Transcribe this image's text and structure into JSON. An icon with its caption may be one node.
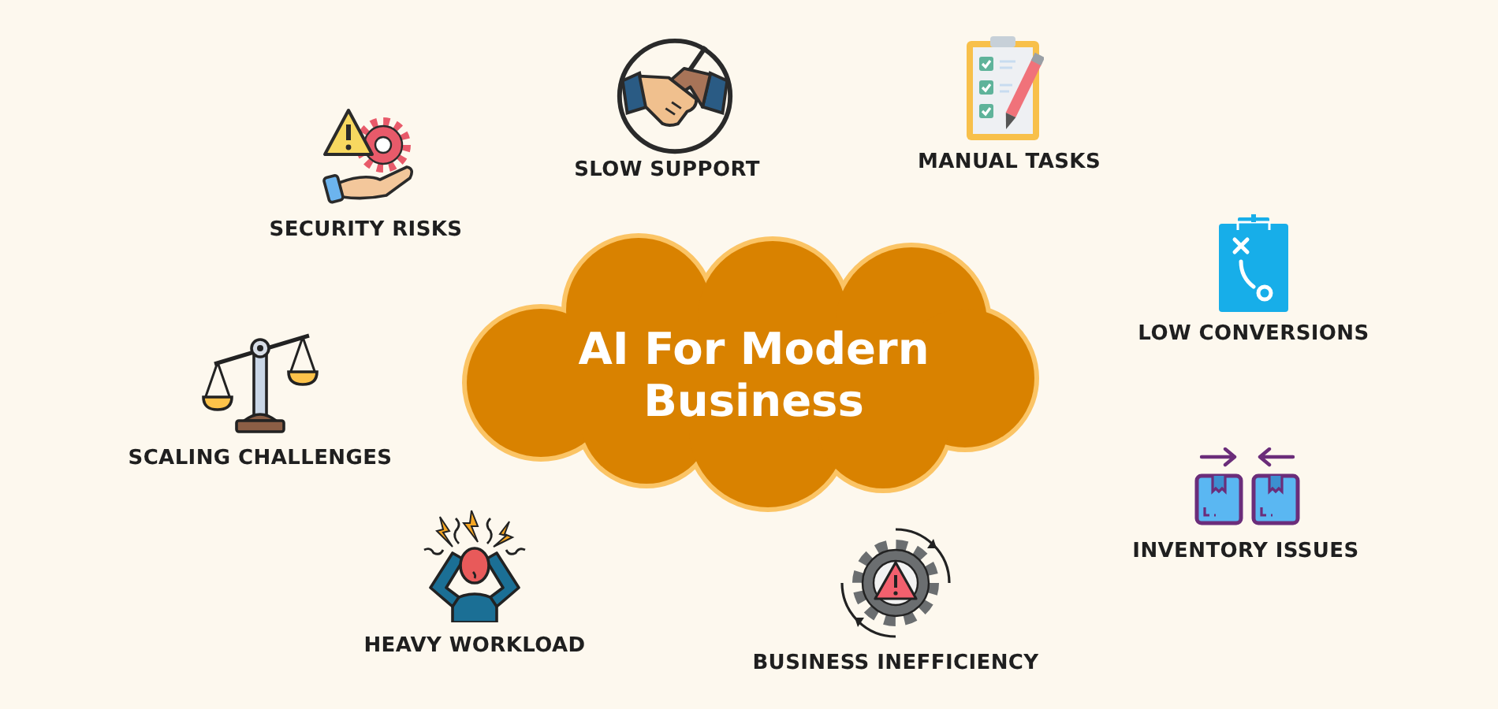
{
  "diagram": {
    "nodes": [
      {
        "text": [
          "AI For Modern Business"
        ]
      }
    ],
    "labels": [
      "SLOW SUPPORT",
      "MANUAL TASKS",
      "SECURITY RISKS",
      "LOW CONVERSIONS",
      "SCALING CHALLENGES",
      "INVENTORY ISSUES",
      "HEAVY WORKLOAD",
      "BUSINESS INEFFICIENCY"
    ]
  }
}
